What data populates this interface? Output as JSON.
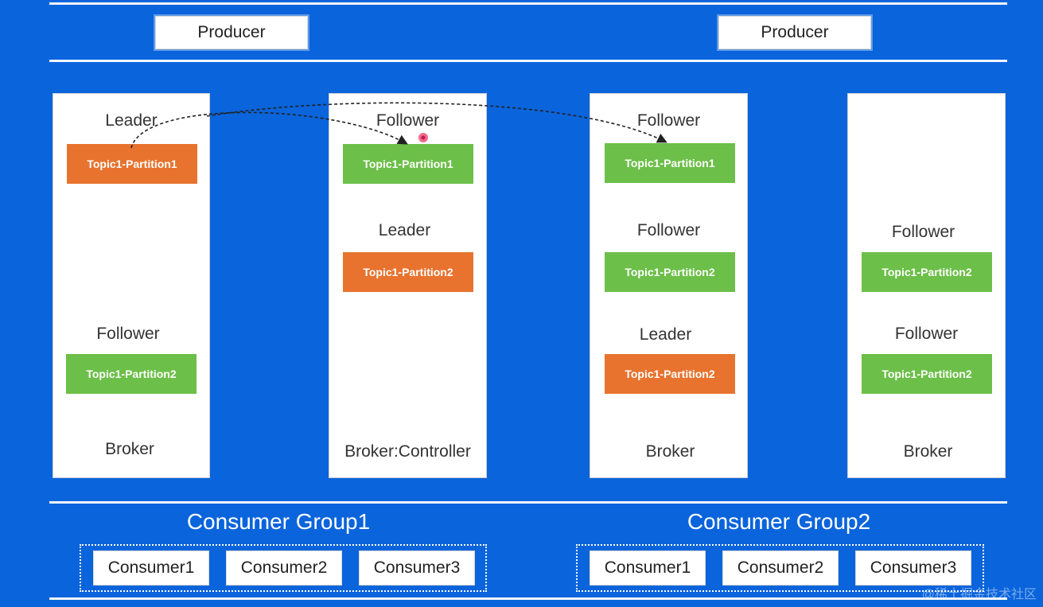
{
  "producers": [
    "Producer",
    "Producer"
  ],
  "brokers": [
    {
      "name": "Broker",
      "items": [
        {
          "role": "Leader",
          "partition": "Topic1-Partition1",
          "kind": "leader"
        },
        {
          "role": "Follower",
          "partition": "Topic1-Partition2",
          "kind": "follower"
        }
      ]
    },
    {
      "name": "Broker:Controller",
      "items": [
        {
          "role": "Follower",
          "partition": "Topic1-Partition1",
          "kind": "follower"
        },
        {
          "role": "Leader",
          "partition": "Topic1-Partition2",
          "kind": "leader"
        }
      ]
    },
    {
      "name": "Broker",
      "items": [
        {
          "role": "Follower",
          "partition": "Topic1-Partition1",
          "kind": "follower"
        },
        {
          "role": "Follower",
          "partition": "Topic1-Partition2",
          "kind": "follower"
        },
        {
          "role": "Leader",
          "partition": "Topic1-Partition2",
          "kind": "leader"
        }
      ]
    },
    {
      "name": "Broker",
      "items": [
        {
          "role": "Follower",
          "partition": "Topic1-Partition2",
          "kind": "follower"
        },
        {
          "role": "Follower",
          "partition": "Topic1-Partition2",
          "kind": "follower"
        }
      ]
    }
  ],
  "consumer_groups": [
    {
      "title": "Consumer Group1",
      "consumers": [
        "Consumer1",
        "Consumer2",
        "Consumer3"
      ]
    },
    {
      "title": "Consumer Group2",
      "consumers": [
        "Consumer1",
        "Consumer2",
        "Consumer3"
      ]
    }
  ],
  "watermark": "@稀土掘金技术社区",
  "colors": {
    "background": "#0a64dc",
    "leader_partition": "#e8732e",
    "follower_partition": "#6cbf48"
  }
}
